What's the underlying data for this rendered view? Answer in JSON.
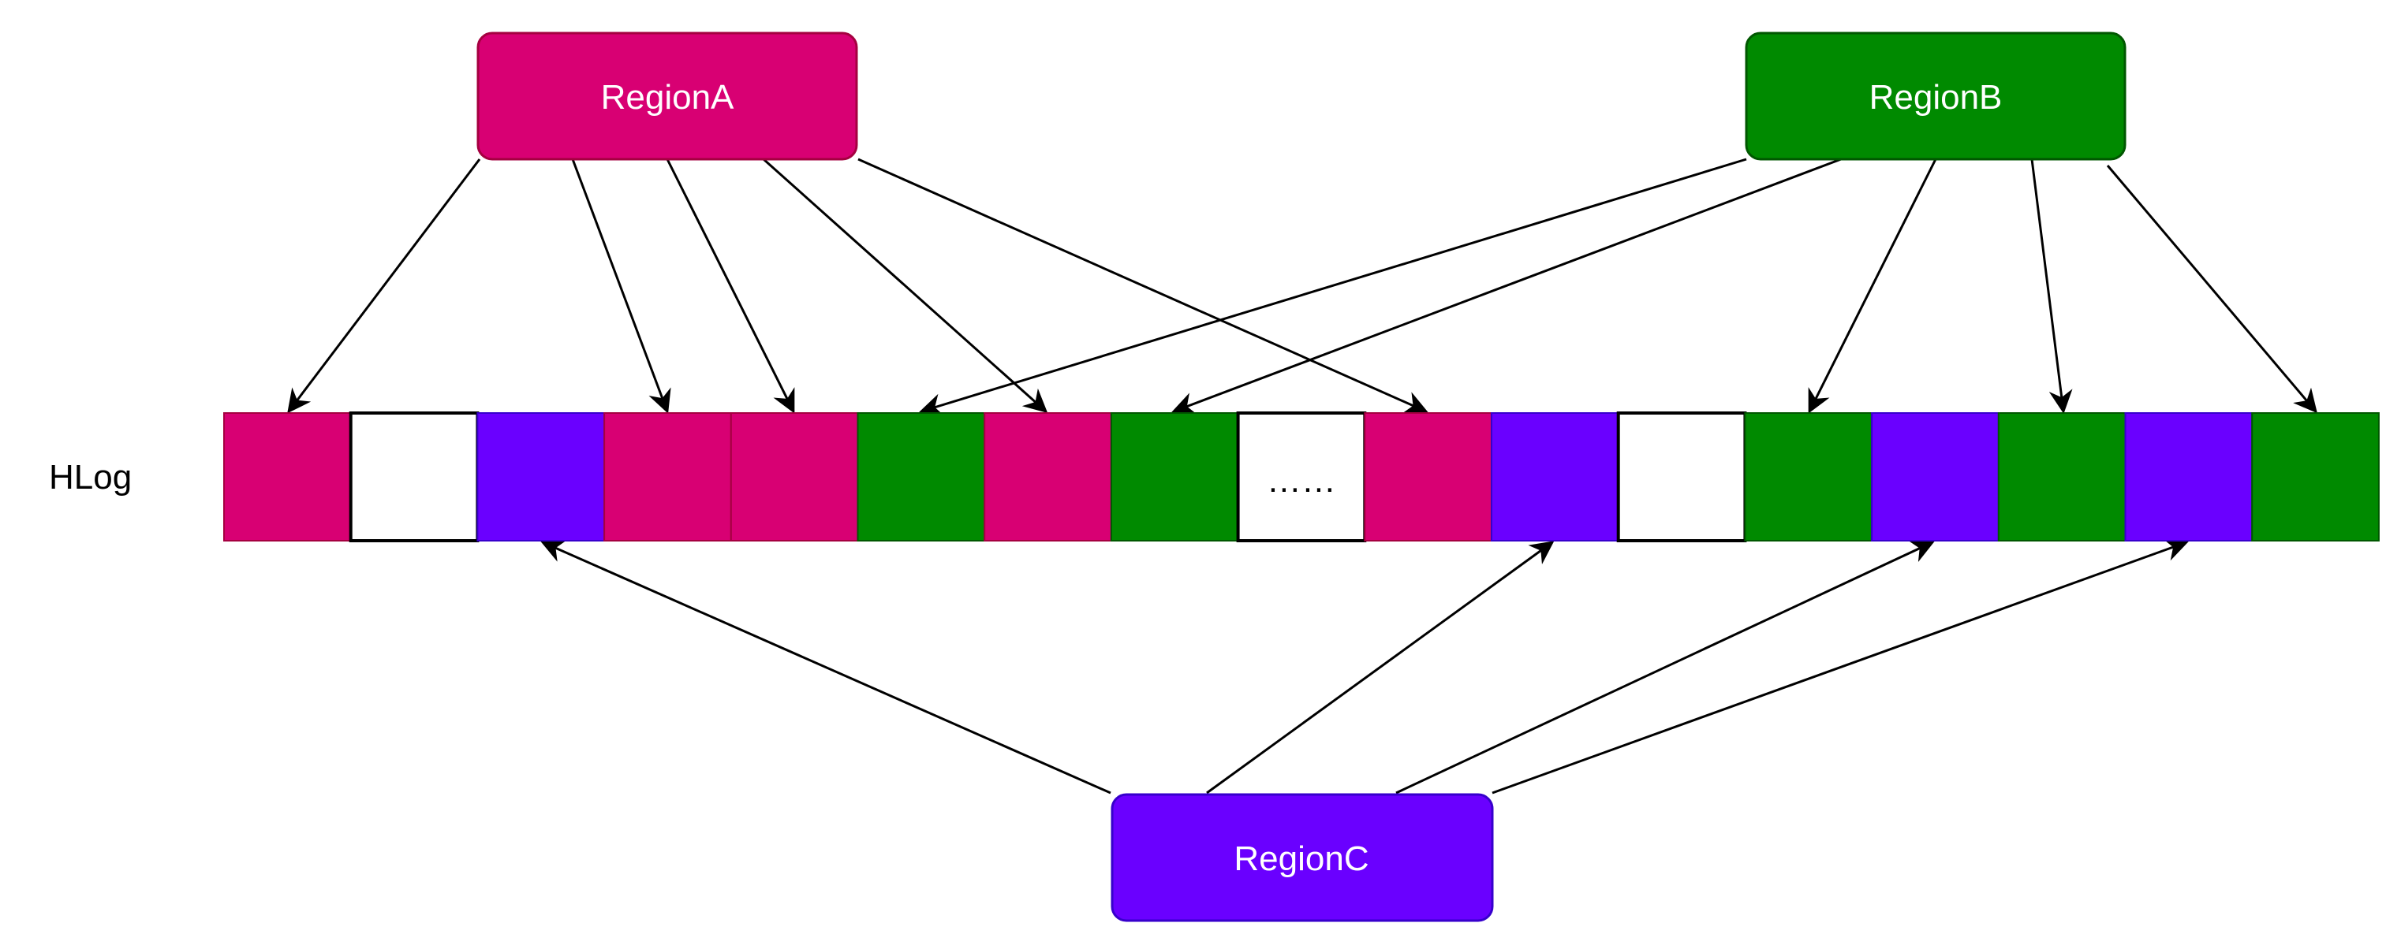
{
  "colors": {
    "region_a": "#d80073",
    "region_a_border": "#a50040",
    "region_b": "#008a00",
    "region_b_border": "#005700",
    "region_c": "#6a00ff",
    "region_c_border": "#3700cc",
    "empty": "#ffffff",
    "arrow": "#000000"
  },
  "regions": {
    "a": {
      "label": "RegionA"
    },
    "b": {
      "label": "RegionB"
    },
    "c": {
      "label": "RegionC"
    }
  },
  "hlog": {
    "label": "HLog",
    "cells": [
      {
        "owner": "a"
      },
      {
        "owner": "empty"
      },
      {
        "owner": "c"
      },
      {
        "owner": "a"
      },
      {
        "owner": "a"
      },
      {
        "owner": "b"
      },
      {
        "owner": "a"
      },
      {
        "owner": "b"
      },
      {
        "owner": "empty",
        "text": "……"
      },
      {
        "owner": "a"
      },
      {
        "owner": "c"
      },
      {
        "owner": "empty"
      },
      {
        "owner": "b"
      },
      {
        "owner": "c"
      },
      {
        "owner": "b"
      },
      {
        "owner": "c"
      },
      {
        "owner": "b"
      }
    ]
  }
}
